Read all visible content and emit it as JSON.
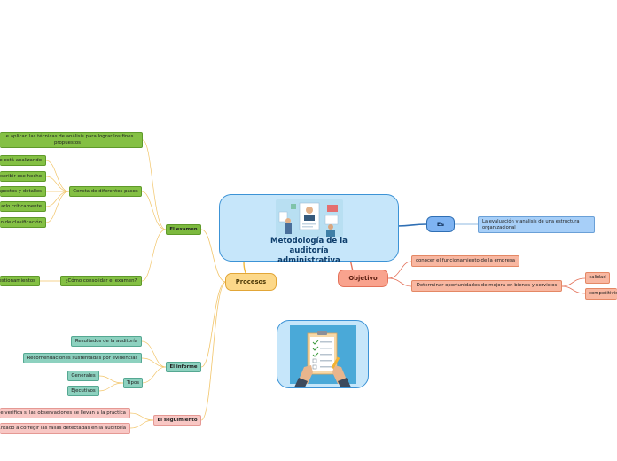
{
  "central": {
    "title": "Metodología de la auditoría administrativa"
  },
  "branches": {
    "es": {
      "label": "Es",
      "child": "La evaluación y análisis de una estructura organizacional"
    },
    "objetivo": {
      "label": "Objetivo",
      "children": [
        "conocer el funcionamiento de la empresa",
        "Determinar oportunidades de mejora en bienes y servicios"
      ],
      "sub": [
        "calidad",
        "competitividad"
      ]
    },
    "procesos": {
      "label": "Procesos",
      "examen": {
        "label": "El examen",
        "top": "...e aplican las técnicas de análisis para lograr los fines propuestos",
        "consta": "Consta de diferentes pasos",
        "pasos": [
          "...se está analizando",
          "...escribir ese hecho",
          "...aspectos y detalles",
          "...arlo críticamente",
          "...o de clasificación"
        ],
        "consolidar": "¿Cómo consolidar el examen?",
        "consolidar_child": "...estionamientos"
      },
      "informe": {
        "label": "El informe",
        "items": [
          "Resultados de la auditoría",
          "Recomendaciones sustentadas por evidencias"
        ],
        "tipos": "Tipos",
        "tipos_items": [
          "Generales",
          "Ejecutivos"
        ]
      },
      "seguimiento": {
        "label": "El seguimiento",
        "items": [
          "...e verifica si las observaciones se llevan a la práctica",
          "...ntado a corregir las fallas detectadas en la auditoría"
        ]
      }
    }
  },
  "colors": {
    "central_fill": "#c6e6fa",
    "central_border": "#3c93d6",
    "procesos_fill": "#fcd889",
    "objetivo_fill": "#f9a38e",
    "es_fill": "#7eb3f2"
  },
  "icons": [
    "team-illustration",
    "checklist-illustration"
  ]
}
